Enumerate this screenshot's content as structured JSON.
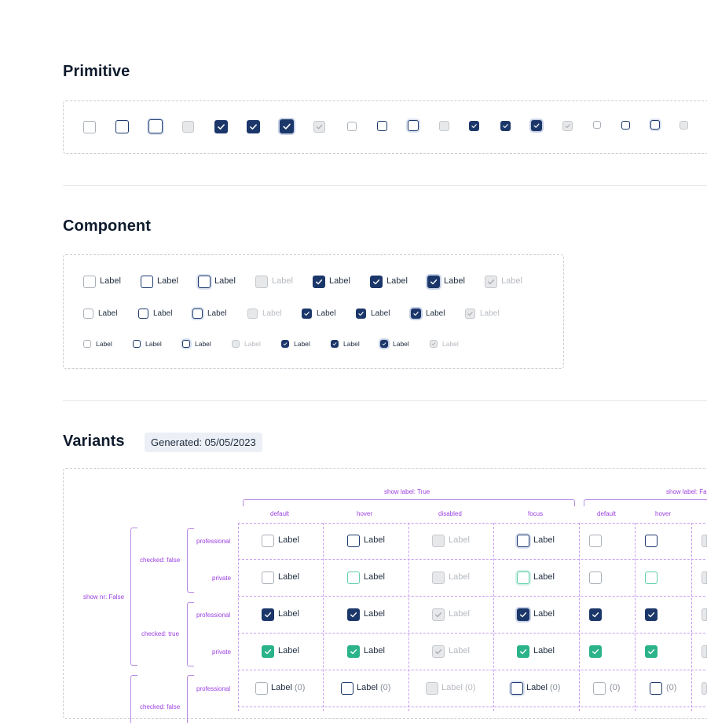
{
  "sections": {
    "primitive": {
      "title": "Primitive"
    },
    "component": {
      "title": "Component"
    },
    "variants": {
      "title": "Variants",
      "generated": "Generated: 05/05/2023"
    }
  },
  "checkbox_label": "Label",
  "labels": {
    "label_with_count": "Label",
    "count": "(0)"
  },
  "variant_axes": {
    "show_label_true": "show label: True",
    "show_label_false": "show label: False",
    "states": [
      "default",
      "hover",
      "disabled",
      "focus"
    ],
    "states_no_label": [
      "default",
      "hover"
    ],
    "show_nr_false": "show nr: False",
    "checked_false": "checked: false",
    "checked_true": "checked: true",
    "checked_false_2": "checked: false",
    "professional": "professional",
    "private": "private"
  },
  "colors": {
    "brand_navy": "#1b376a",
    "private_green": "#2bb38a",
    "annotation_purple": "#9b3fe0"
  },
  "icons": {
    "check": "check-icon"
  }
}
